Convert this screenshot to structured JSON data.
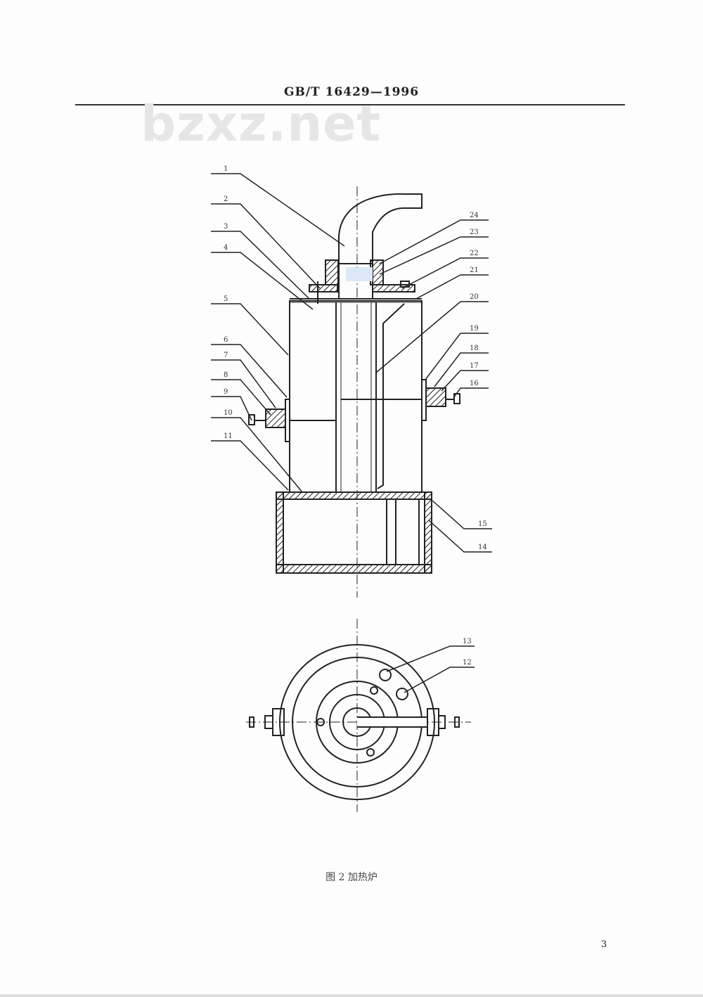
{
  "header": {
    "standard": "GB/T 16429—1996"
  },
  "watermark": "bzxz.net",
  "figure": {
    "caption": "图 2  加热炉",
    "labels_left": [
      "1",
      "2",
      "3",
      "4",
      "5",
      "6",
      "7",
      "8",
      "9",
      "10",
      "11"
    ],
    "labels_right": [
      "24",
      "23",
      "22",
      "21",
      "20",
      "19",
      "18",
      "17",
      "16",
      "15",
      "14"
    ],
    "labels_bottom_view": [
      "13",
      "12"
    ]
  },
  "page_number": "3"
}
